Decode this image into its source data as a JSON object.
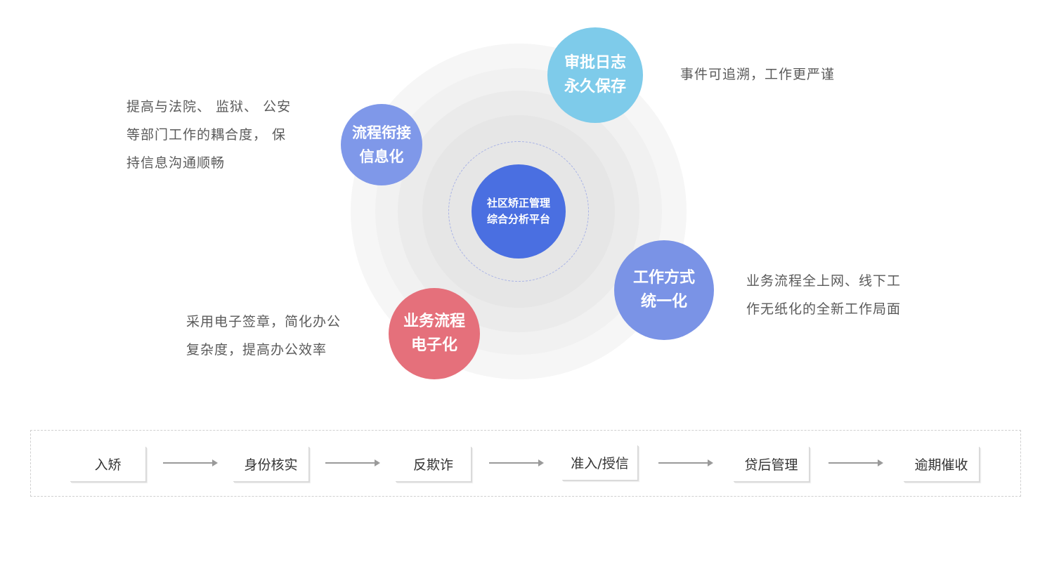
{
  "center": {
    "line1": "社区矫正管理",
    "line2": "综合分析平台"
  },
  "nodes": {
    "approval": {
      "line1": "审批日志",
      "line2": "永久保存"
    },
    "link": {
      "line1": "流程衔接",
      "line2": "信息化"
    },
    "unify": {
      "line1": "工作方式",
      "line2": "统一化"
    },
    "esign": {
      "line1": "业务流程",
      "line2": "电子化"
    }
  },
  "descriptions": {
    "left_top": [
      "提高与法院、 监狱、 公安",
      "等部门工作的耦合度， 保",
      "持信息沟通顺畅"
    ],
    "right_top": [
      "事件可追溯，工作更严谨"
    ],
    "right_mid": [
      "业务流程全上网、线下工",
      "作无纸化的全新工作局面"
    ],
    "left_bottom": [
      "采用电子签章，简化办公",
      "复杂度，提高办公效率"
    ]
  },
  "flow_steps": [
    "入矫",
    "身份核实",
    "反欺诈",
    "准入/授信",
    "贷后管理",
    "逾期催收"
  ],
  "colors": {
    "center": "#4a6fe1",
    "approval": "#7ecbea",
    "link": "#7f98e9",
    "unify": "#7a93e6",
    "esign": "#e5707b"
  }
}
